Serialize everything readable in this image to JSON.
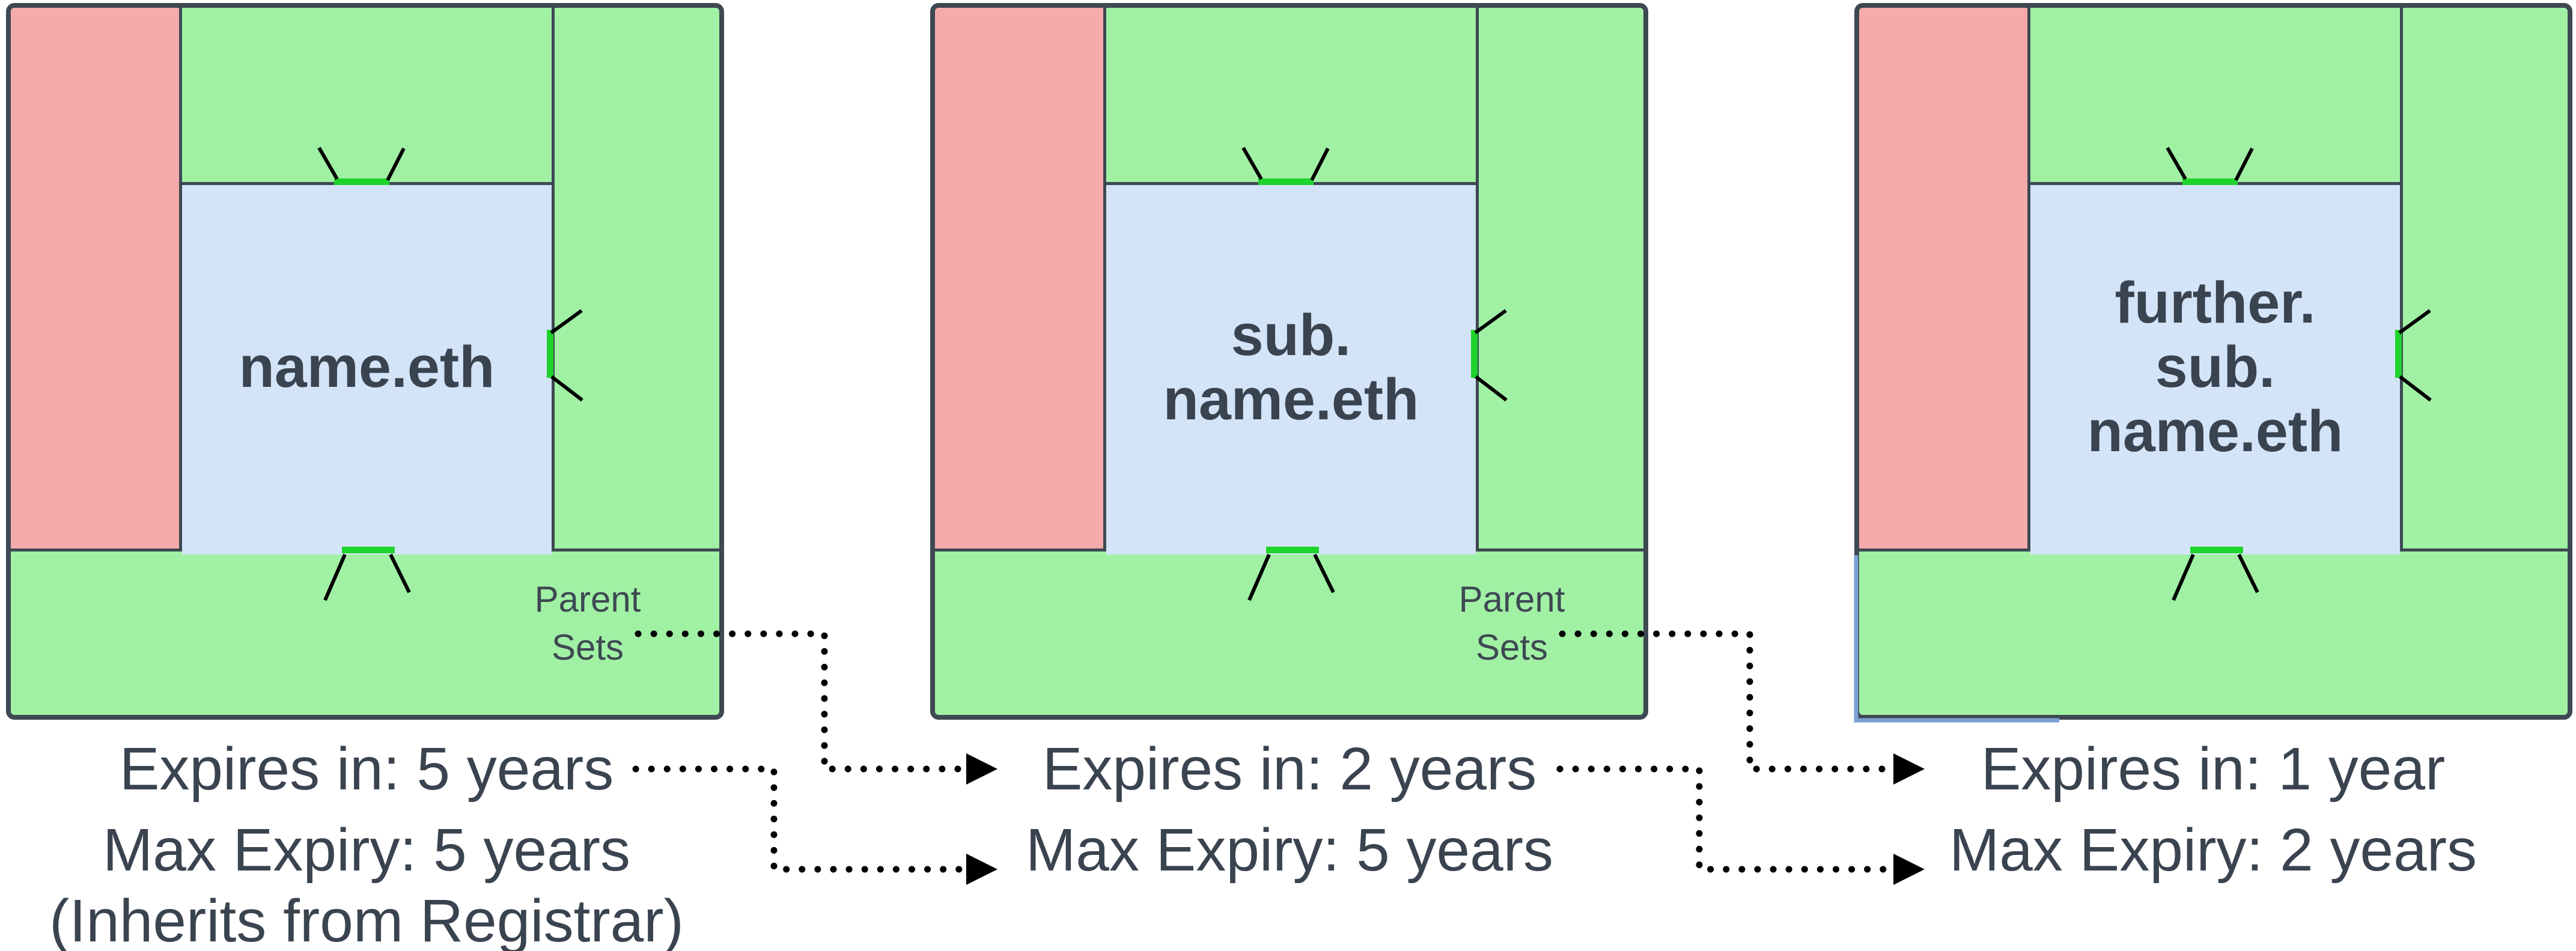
{
  "colors": {
    "zone_green": "#a1f1a5",
    "zone_red": "#f5abab",
    "zone_blue": "#d4e4f8",
    "border_slate": "#3e4852",
    "highlight_green": "#1ed42c",
    "connector_black": "#000000",
    "artifact_blue": "#7b9fd4",
    "text": "#3a4450"
  },
  "diagrams": [
    {
      "name": "name-eth",
      "label_lines": [
        "name.eth"
      ],
      "parent_sets_lines": [
        "Parent",
        "Sets"
      ],
      "expires": "Expires in: 5 years",
      "max_expiry": "Max Expiry: 5 years",
      "note": "(Inherits from Registrar)"
    },
    {
      "name": "sub-name-eth",
      "label_lines": [
        "sub.",
        "name.eth"
      ],
      "parent_sets_lines": [
        "Parent",
        "Sets"
      ],
      "expires": "Expires in: 2 years",
      "max_expiry": "Max Expiry: 5 years"
    },
    {
      "name": "further-sub-name-eth",
      "label_lines": [
        "further.",
        "sub.",
        "name.eth"
      ],
      "expires": "Expires in: 1 year",
      "max_expiry": "Max Expiry: 2 years"
    }
  ]
}
